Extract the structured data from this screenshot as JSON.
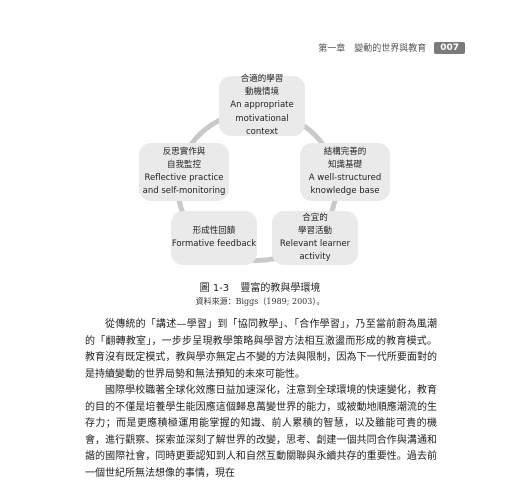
{
  "header": {
    "chapter": "第一章　變動的世界與教育",
    "page_number": "007"
  },
  "diagram": {
    "nodes": {
      "top": [
        "合適的學習",
        "動機情境",
        "An appropriate",
        "motivational context"
      ],
      "left": [
        "反思實作與",
        "自我監控",
        "Reflective practice",
        "and self-monitoring"
      ],
      "right": [
        "結構完善的",
        "知識基礎",
        "A well-structured",
        "knowledge base"
      ],
      "bottom_left": [
        "形成性回饋",
        "Formative feedback"
      ],
      "bottom_right": [
        "合宜的",
        "學習活動",
        "Relevant learner",
        "activity"
      ]
    }
  },
  "caption": {
    "figure": "圖 1-3",
    "title": "豐富的教與學環境",
    "source": "資料來源：Biggs（1989; 2003）。"
  },
  "body": {
    "paragraphs": [
      "從傳統的「講述—學習」到「協同教學」、「合作學習」，乃至當前蔚為風潮的「翻轉教室」，一步步呈現教學策略與學習方法相互激盪而形成的教育模式。教育沒有既定模式，教與學亦無定占不變的方法與限制，因為下一代所要面對的是持續變動的世界局勢和無法預知的未來可能性。",
      "國際學校職著全球化效應日益加速深化，注意到全球環境的快速變化，教育的目的不僅是培養學生能因應這個歸息萬變世界的能力，或被動地順應潮流的生存力；而是更應積極運用能掌握的知識、前人累積的智慧，以及雖能可貴的機會，進行觀察、探索並深刻了解世界的改變，思考、創建一個共同合作與溝通和諧的國際社會，同時更要認知到人和自然互動關聯與永續共存的重要性。過去前一個世紀所無法想像的事情，現在"
    ]
  }
}
